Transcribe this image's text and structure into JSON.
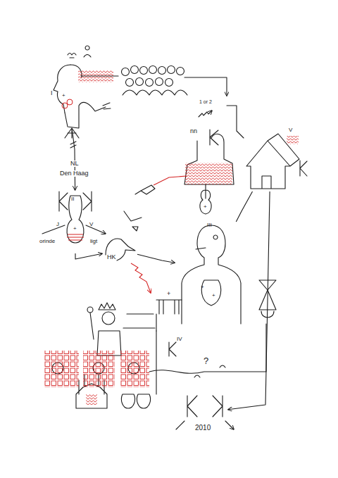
{
  "diagram": {
    "nodes": [
      {
        "text": [
          "I"
        ]
      },
      {
        "text": [
          "II"
        ]
      },
      {
        "text": [
          "HK"
        ]
      },
      {
        "text": [
          "III"
        ]
      },
      {
        "text": [
          "V"
        ]
      },
      {
        "text": [
          "2010"
        ]
      }
    ],
    "edges": [
      {
        "from": 0,
        "to": 1,
        "arrow": "to"
      },
      {
        "from": 1,
        "to": 2,
        "arrow": "to"
      },
      {
        "from": 2,
        "to": 3,
        "arrow": "to"
      },
      {
        "from": 3,
        "to": 4,
        "arrow": "none"
      },
      {
        "from": 4,
        "to": 5,
        "arrow": "to"
      }
    ],
    "labels": [
      "1 or 2",
      "nn",
      "NL",
      "Den Haag",
      "J",
      "V",
      "orinde",
      "ligt",
      "+",
      "+",
      "+",
      "+",
      "+",
      "+",
      "IV",
      "?"
    ]
  }
}
